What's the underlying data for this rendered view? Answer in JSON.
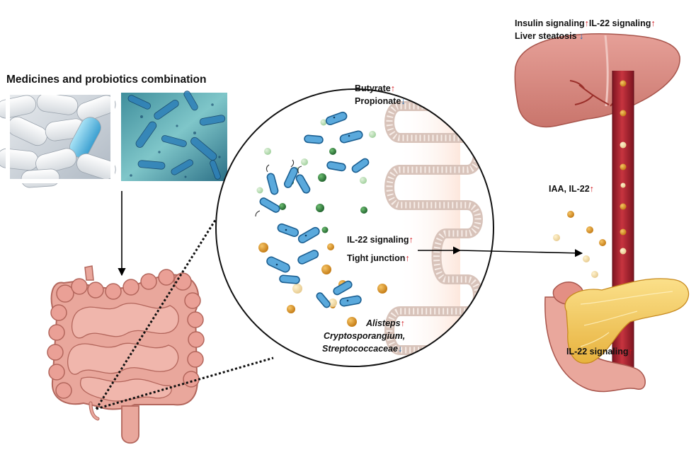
{
  "heading": "Medicines and probiotics combination",
  "liver": {
    "line1_a": "Insulin signaling",
    "line1_b": "IL-22 signaling",
    "line2": "Liver steatosis"
  },
  "gut_lumen": {
    "butyrate": "Butyrate",
    "propionate": "Propionate"
  },
  "epithelium": {
    "il22": "IL-22 signaling",
    "tight_junction": "Tight junction"
  },
  "bacteria": {
    "alisteps": "Alisteps",
    "cryptosporangium": "Cryptosporangium,",
    "streptococcaceae": "Streptococcaceae"
  },
  "circulation": {
    "label": "IAA, IL-22"
  },
  "pancreas": {
    "label": "IL-22 signaling"
  },
  "arrows": {
    "up": "↑",
    "down": "↓"
  },
  "colors": {
    "increase": "#d2141b",
    "decrease": "#1f6bb0",
    "bacteria_fill": "#5aa9dc",
    "metabolite_orange": "#d68a1a",
    "metabolite_green": "#2e7d3a",
    "vessel": "#a8222c",
    "intestine": "#e8a39a",
    "liver": "#d9867d",
    "pancreas": "#f3c95a"
  }
}
